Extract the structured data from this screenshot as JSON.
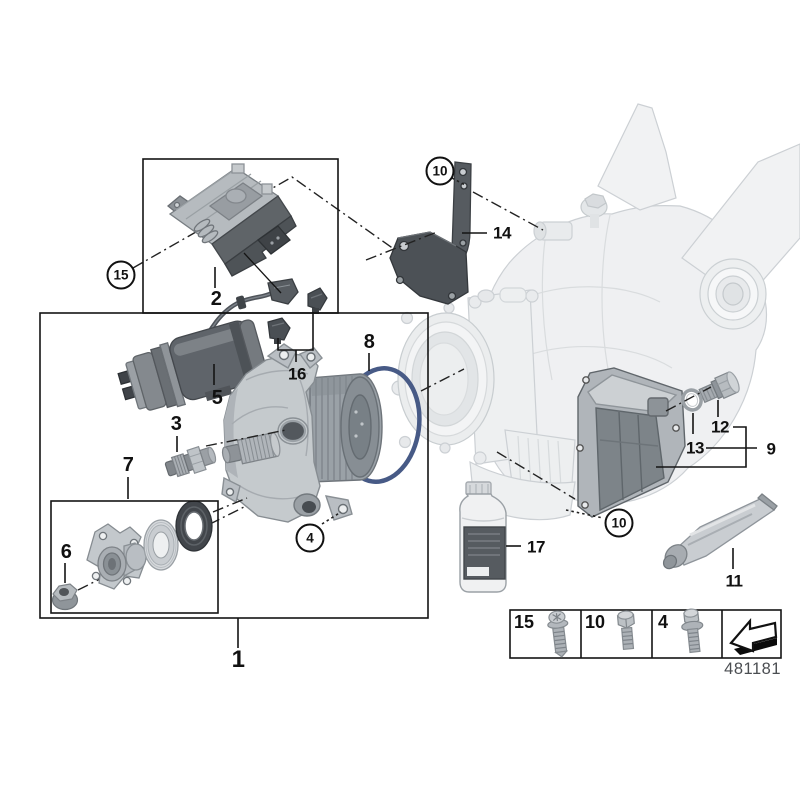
{
  "diagram": {
    "drawing_number": "481181",
    "callouts": {
      "1": "1",
      "2": "2",
      "3": "3",
      "5": "5",
      "6": "6",
      "7": "7",
      "8": "8",
      "9": "9",
      "11": "11",
      "12": "12",
      "13": "13",
      "14": "14",
      "16": "16",
      "17": "17"
    },
    "circled": {
      "4": "4",
      "10": "10",
      "15": "15"
    },
    "legend": {
      "items": [
        {
          "label": "15",
          "icon": "torx-screw-icon"
        },
        {
          "label": "10",
          "icon": "hex-bolt-icon"
        },
        {
          "label": "4",
          "icon": "flange-bolt-icon"
        }
      ],
      "arrow_icon": "continuation-arrow-icon"
    },
    "colors": {
      "o_ring": "#475a86",
      "line": "#141414",
      "ghost_stroke": "#ccd0d4",
      "part_dark": "#4c5156"
    }
  }
}
